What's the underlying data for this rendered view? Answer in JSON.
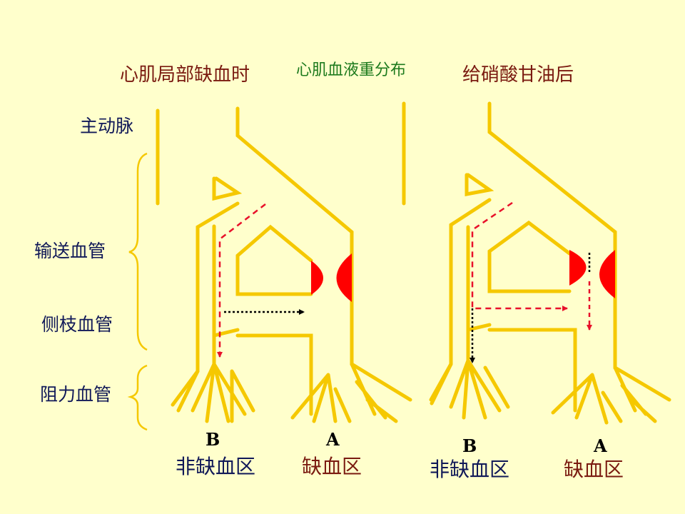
{
  "titles": {
    "left": "心肌局部缺血时",
    "center": "心肌血液重分布",
    "right": "给硝酸甘油后"
  },
  "side_labels": {
    "aorta": "主动脉",
    "conducting": "输送血管",
    "collateral": "侧枝血管",
    "resistance": "阻力血管"
  },
  "left_panel": {
    "zone_b_letter": "B",
    "zone_b_label": "非缺血区",
    "zone_a_letter": "A",
    "zone_a_label": "缺血区"
  },
  "right_panel": {
    "zone_b_letter": "B",
    "zone_b_label": "非缺血区",
    "zone_a_letter": "A",
    "zone_a_label": "缺血区"
  },
  "colors": {
    "background": "#ffffcc",
    "vessel": "#f5c800",
    "plaque": "#ff0000",
    "flow_arrow": "#e8102a",
    "collateral_arrow": "#000000",
    "title_text": "#7a1a10",
    "center_title_text": "#1d7a1d",
    "label_text": "#101858"
  }
}
